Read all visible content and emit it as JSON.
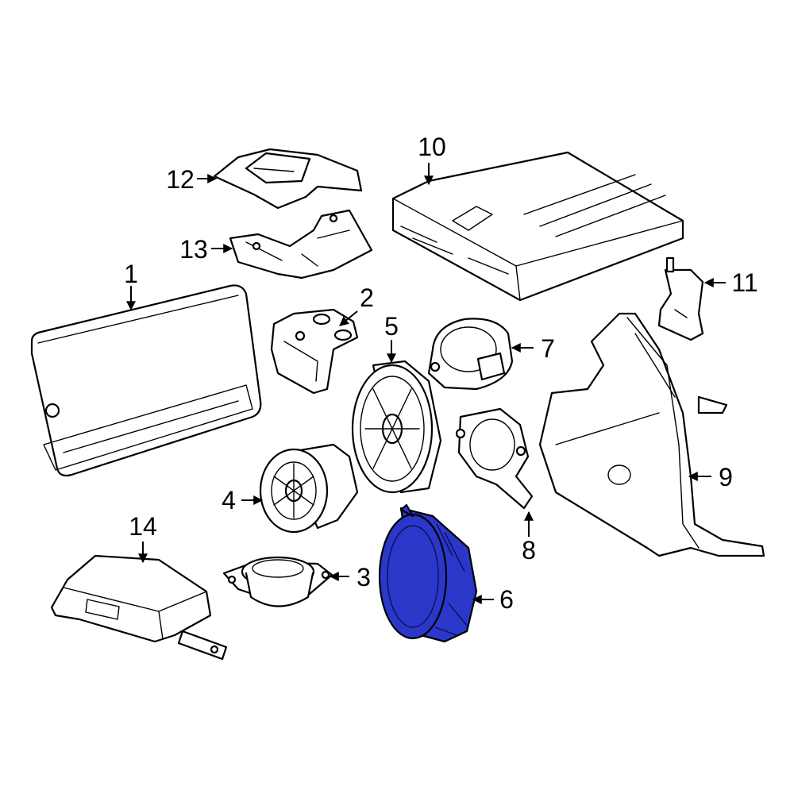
{
  "diagram": {
    "highlight_color": "#2b37c9",
    "highlighted_part": "6",
    "callouts": {
      "c1": "1",
      "c2": "2",
      "c3": "3",
      "c4": "4",
      "c5": "5",
      "c6": "6",
      "c7": "7",
      "c8": "8",
      "c9": "9",
      "c10": "10",
      "c11": "11",
      "c12": "12",
      "c13": "13",
      "c14": "14"
    }
  }
}
